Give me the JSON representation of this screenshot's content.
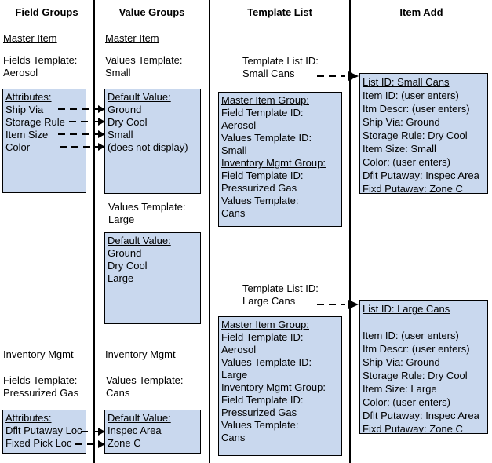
{
  "headers": {
    "field_groups": "Field Groups",
    "value_groups": "Value Groups",
    "template_list": "Template List",
    "item_add": "Item Add"
  },
  "colors": {
    "box_fill": "#c9d8ee",
    "line": "#000000"
  },
  "field_groups": {
    "master_item": {
      "title": "Master Item",
      "template_label": "Fields Template:",
      "template_value": "Aerosol",
      "box_title": "Attributes:",
      "rows": [
        "Ship Via",
        "Storage Rule",
        "Item Size",
        "Color"
      ]
    },
    "inventory_mgmt": {
      "title": "Inventory Mgmt",
      "template_label": "Fields Template:",
      "template_value": "Pressurized Gas",
      "box_title": "Attributes:",
      "rows": [
        "Dflt Putaway Loc",
        "Fixed Pick Loc"
      ]
    }
  },
  "value_groups": {
    "master_item": {
      "title": "Master Item",
      "small": {
        "template_label": "Values Template:",
        "template_value": "Small",
        "box_title": "Default Value:",
        "rows": [
          "Ground",
          "Dry Cool",
          "Small",
          "(does not display)"
        ]
      },
      "large": {
        "template_label": "Values Template:",
        "template_value": "Large",
        "box_title": "Default Value:",
        "rows": [
          "Ground",
          "Dry Cool",
          "Large"
        ]
      }
    },
    "inventory_mgmt": {
      "title": "Inventory Mgmt",
      "cans": {
        "template_label": "Values Template:",
        "template_value": "Cans",
        "box_title": "Default Value:",
        "rows": [
          "Inspec Area",
          "Zone C"
        ]
      }
    }
  },
  "template_list": {
    "small_cans": {
      "id_label": "Template List ID:",
      "id_value": "Small Cans",
      "box": {
        "group1_title": "Master Item Group:",
        "lines1": [
          "Field Template ID:",
          "Aerosol",
          "Values Template ID:",
          "Small"
        ],
        "group2_title": "Inventory Mgmt Group:",
        "lines2": [
          "Field Template ID:",
          "Pressurized Gas",
          "Values Template:",
          "Cans"
        ]
      }
    },
    "large_cans": {
      "id_label": "Template List ID:",
      "id_value": "Large Cans",
      "box": {
        "group1_title": "Master Item Group:",
        "lines1": [
          "Field Template ID:",
          "Aerosol",
          "Values Template ID:",
          "Large"
        ],
        "group2_title": "Inventory Mgmt Group:",
        "lines2": [
          "Field Template ID:",
          "Pressurized Gas",
          "Values Template:",
          "Cans"
        ]
      }
    }
  },
  "item_add": {
    "small_cans": {
      "box_title": "List ID: Small Cans",
      "rows": [
        "Item ID: (user enters)",
        "Itm Descr: (user enters)",
        "Ship Via: Ground",
        "Storage Rule: Dry Cool",
        "Item Size: Small",
        "Color: (user enters)",
        "Dflt Putaway: Inspec Area",
        "Fixd Putaway: Zone C"
      ]
    },
    "large_cans": {
      "box_title": "List ID: Large Cans",
      "rows": [
        "Item ID: (user enters)",
        "Itm Descr: (user enters)",
        "Ship Via: Ground",
        "Storage Rule: Dry Cool",
        "Item Size: Large",
        "Color: (user enters)",
        "Dflt Putaway: Inspec Area",
        "Fixd Putaway: Zone C"
      ]
    }
  }
}
